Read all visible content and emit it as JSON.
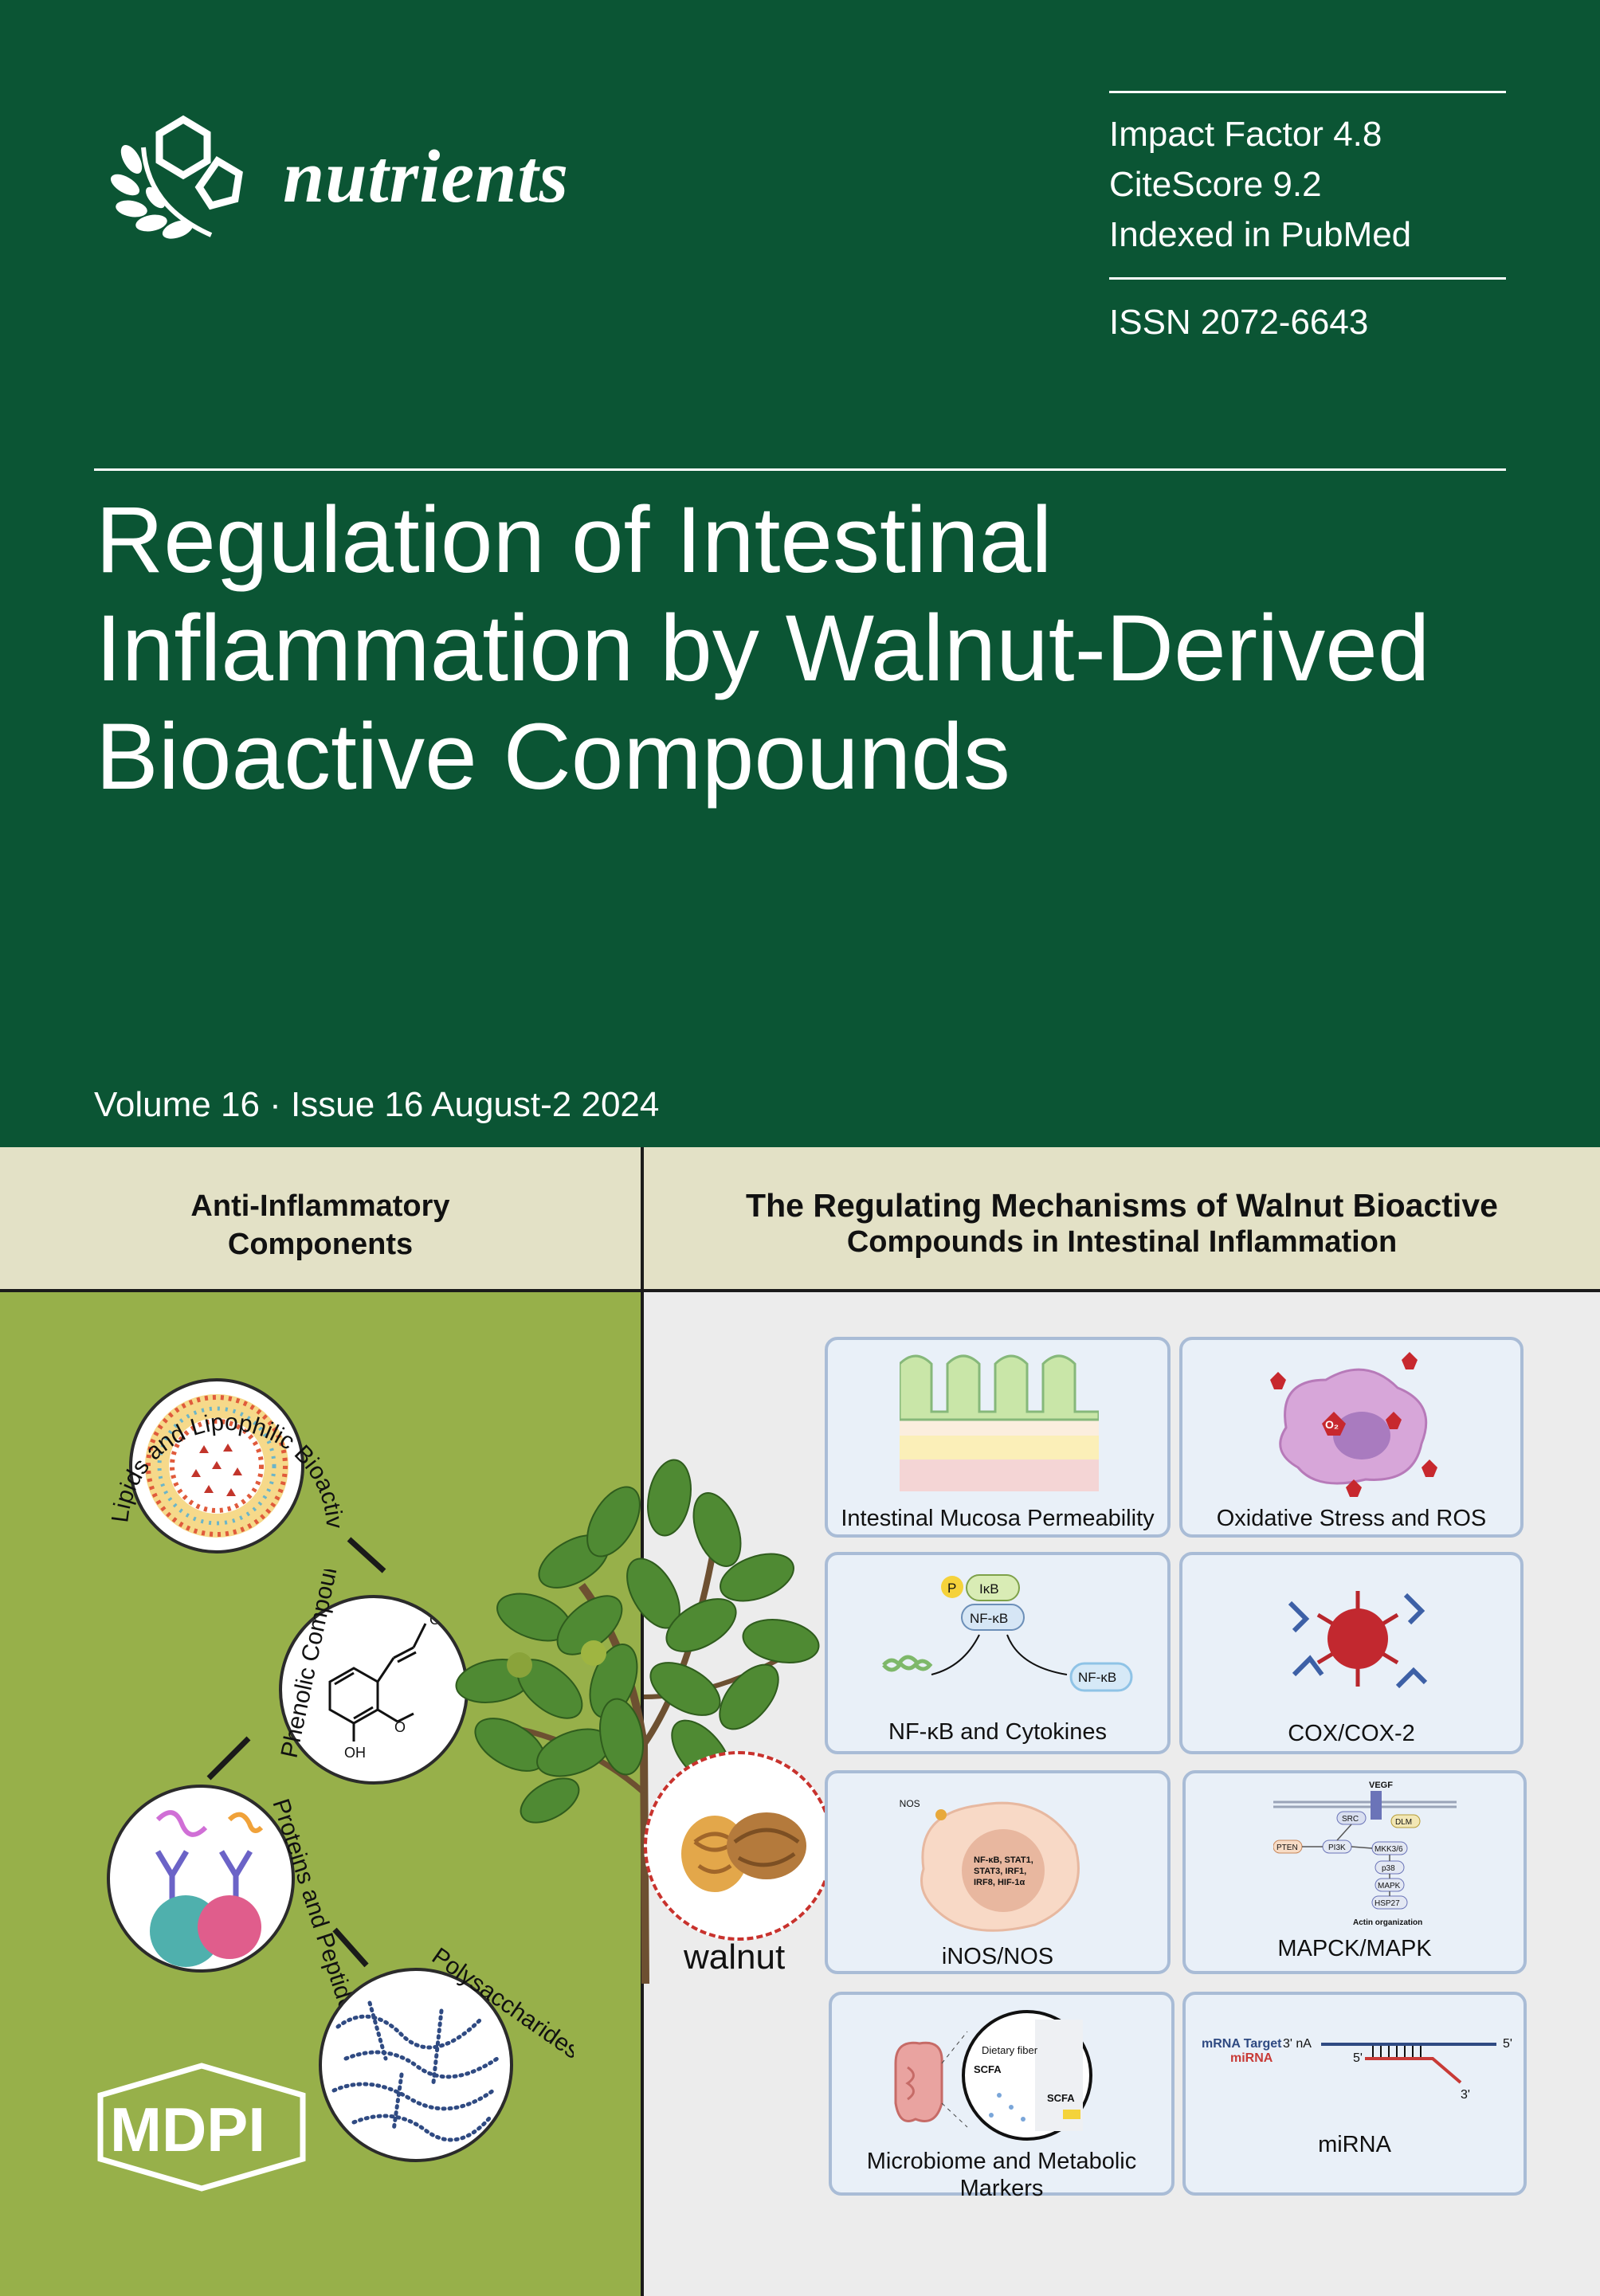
{
  "journal": {
    "name": "nutrients",
    "impact_factor": "Impact Factor 4.8",
    "citescore": "CiteScore 9.2",
    "indexed": "Indexed in PubMed",
    "issn": "ISSN 2072-6643"
  },
  "article_title": {
    "line1": "Regulation of Intestinal",
    "line2": "Inflammation by Walnut-Derived",
    "line3": "Bioactive Compounds"
  },
  "issue_line": "Volume 16 · Issue 16 August-2 2024",
  "left_header": {
    "line1": "Anti-Inflammatory",
    "line2": "Components"
  },
  "right_header": {
    "line1": "The Regulating Mechanisms of Walnut Bioactive",
    "line2": "Compounds in Intestinal Inflammation"
  },
  "components": {
    "lipids": "Lipids and Lipophilic Bioactive Compounds",
    "phenolic": "Phenolic Compounds",
    "proteins": "Proteins and Peptides",
    "polysaccharides": "Polysaccharides",
    "oh_top": "OH",
    "oh_bottom": "OH",
    "methoxy": "O"
  },
  "walnut_label": "walnut",
  "publisher": "MDPI",
  "mechanisms": [
    {
      "label": "Intestinal Mucosa Permeability"
    },
    {
      "label": "Oxidative Stress and ROS"
    },
    {
      "label": "NF-κB and Cytokines"
    },
    {
      "label": "COX/COX-2"
    },
    {
      "label": "iNOS/NOS"
    },
    {
      "label": "MAPCK/MAPK"
    },
    {
      "label": "Microbiome and Metabolic Markers"
    },
    {
      "label": "miRNA"
    }
  ],
  "nfkb_diagram": {
    "p": "P",
    "ikb": "IκB",
    "nfkb": "NF-κB",
    "nfkb_right": "NF-κB"
  },
  "ros_badge": "O₂",
  "inos_diagram": {
    "inos": "iNOS",
    "nucleus_1": "NF-κB, STAT1,",
    "nucleus_2": "STAT3, IRF1,",
    "nucleus_3": "IRF8, HIF-1α"
  },
  "mapk_diagram": {
    "vegf": "VEGF",
    "src": "SRC",
    "dlm": "DLM",
    "pten": "PTEN",
    "pi3k": "PI3K",
    "mkk": "MKK3/6",
    "p38": "p38",
    "mapk": "MAPK",
    "hsp27": "HSP27",
    "actin": "Actin organization"
  },
  "microbiome_diagram": {
    "dietary_fiber": "Dietary fiber",
    "scfa_top": "SCFA",
    "scfa_bottom": "SCFA"
  },
  "mirna_diagram": {
    "mrna_target": "mRNA Target",
    "three_prime_na": "3' nA",
    "mirna": "miRNA",
    "five_prime_top": "5'",
    "five_prime_mid": "5'",
    "three_prime_bottom": "3'"
  },
  "colors": {
    "cover_green": "#0b5534",
    "band_beige": "#e3e1c6",
    "left_panel": "#97b04a",
    "right_panel": "#ececec",
    "card_fill": "#e9f0f8",
    "card_border": "#a9bcd6"
  }
}
